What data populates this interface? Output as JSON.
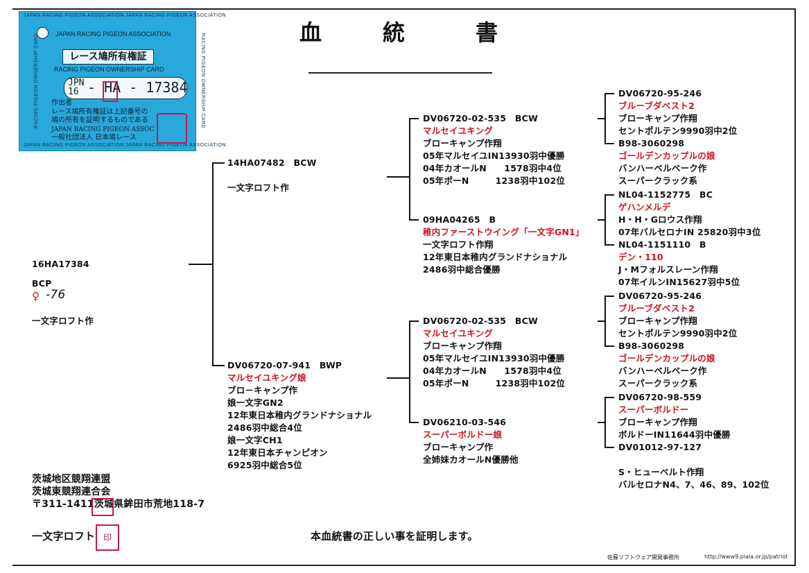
{
  "title": {
    "c1": "血",
    "c2": "統",
    "c3": "書"
  },
  "card": {
    "org_en": "JAPAN RACING PIGEON ASSOCIATION",
    "banner": "レース鳩所有権証",
    "card_en": "RACING PIGEON OWNERSHIP CARD",
    "jpn": "JPN",
    "year": "16",
    "number": "- HA - 17384",
    "maker_label": "作出者",
    "note_1": "レース鳩所有権証は上記番号の",
    "note_2": "鳩の所有を証明するものである",
    "assoc_en": "JAPAN RACING PIGEON ASSOC",
    "assoc_jp": "一般社団法人 日本鳩レース",
    "border_top": "JAPAN RACING PIGEON ASSOCIATION JAPAN RACING PIGEON ASSOCIATION",
    "border_bottom": "JAPAN RACING PIGEON ASSOCIATION JAPAN RACING PIGEON ASSOCIATION",
    "border_left": "RACING PIGEON OWNERSHIP CARD",
    "border_right": "RACING PIGEON OWNERSHIP CARD"
  },
  "subject": {
    "ring": "16HA17384",
    "color": "BCP",
    "sex": "♀",
    "handwritten": "-76",
    "breeder": "一文字ロフト作"
  },
  "sire": {
    "ring": "14HA07482　BCW",
    "breeder": "一文字ロフト作"
  },
  "dam": {
    "ring": "DV06720-07-941　BWP",
    "name": "マルセイユキング娘",
    "l1": "ブロ－キャンプ作",
    "l2": "娘一文字GN2",
    "l3": "12年東日本稚内グランドナショナル",
    "l4": "2486羽中総合4位",
    "l5": "娘一文字CH1",
    "l6": "12年東日本チャンピオン",
    "l7": "6925羽中総合5位"
  },
  "ss": {
    "ring": "DV06720-02-535　BCW",
    "name": "マルセイユキング",
    "l1": "ブローキャンプ作翔",
    "l2": "05年マルセイユIN13930羽中優勝",
    "l3": "04年カオールN　　1578羽中4位",
    "l4": "05年ポーN　　　1238羽中102位"
  },
  "sd": {
    "ring": "09HA04265　B",
    "name": "稚内ファーストウイング「一文字GN1」",
    "l1": "一文字ロフト作翔",
    "l2": "12年東日本稚内グランドナショナル",
    "l3": "2486羽中総合優勝"
  },
  "ds": {
    "ring": "DV06720-02-535　BCW",
    "name": "マルセイユキング",
    "l1": "ブローキャンプ作翔",
    "l2": "05年マルセイユIN13930羽中優勝",
    "l3": "04年カオールN　　1578羽中4位",
    "l4": "05年ポーN　　　1238羽中102位"
  },
  "dd": {
    "ring": "DV06210-03-546",
    "name": "スーパーボルドー娘",
    "l1": "ブローキャンプ作",
    "l2": "全姉妹カオールN優勝他"
  },
  "g1": {
    "ring": "DV06720-95-246",
    "name": "ブルーブダベスト2",
    "l1": "ブローキャンプ作翔",
    "l2": "セントポルテン9990羽中2位"
  },
  "g2": {
    "ring": "B98-3060298",
    "name": "ゴールデンカップルの娘",
    "l1": "バンハーベルベーク作",
    "l2": "スーパークラック系"
  },
  "g3": {
    "ring": "NL04-1152775　BC",
    "name": "ゲハンメルデ",
    "l1": "H・H・Gロウス作翔",
    "l2": "07年バルセロナIN 25820羽中3位"
  },
  "g4": {
    "ring": "NL04-1151110　B",
    "name": "デン・110",
    "l1": "J・Mフォルスレーン作翔",
    "l2": "07年イルンIN15627羽中5位"
  },
  "g5": {
    "ring": "DV06720-95-246",
    "name": "ブルーブダベスト2",
    "l1": "ブローキャンプ作翔",
    "l2": "セントポルテン9990羽中2位"
  },
  "g6": {
    "ring": "B98-3060298",
    "name": "ゴールデンカップルの娘",
    "l1": "バンハーベルベーク作",
    "l2": "スーパークラック系"
  },
  "g7": {
    "ring": "DV06720-98-559",
    "name": "スーパーボルドー",
    "l1": "ブローキャンプ作翔",
    "l2": "ボルドーIN11644羽中優勝"
  },
  "g8": {
    "ring": "DV01012-97-127",
    "l1": "S・ヒューベルト作翔",
    "l2": "バルセロナN4、7、46、89、102位"
  },
  "owner": {
    "l1": "茨城地区競翔連盟",
    "l2": "茨城東競翔連合会",
    "l3": "〒311-1411茨城県鉾田市荒地118-7",
    "name": "一文字ロフト",
    "seal": "印"
  },
  "certify": "本血統書の正しい事を証明します。",
  "footer": {
    "software": "佐藤ソフトウェア開発事務所",
    "url": "http://www9.plala.or.jp/patriot"
  },
  "colors": {
    "accent_red": "#d0121b",
    "card_blue": "#29a8db",
    "stamp": "#c2185b"
  }
}
